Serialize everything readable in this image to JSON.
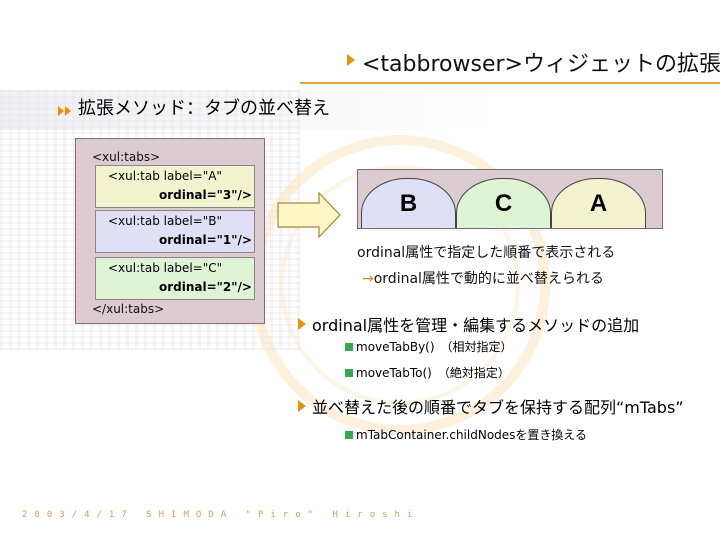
{
  "slide": {
    "title": "<tabbrowser>ウィジェットの拡張",
    "subtitle": "拡張メソッド：タブの並べ替え"
  },
  "code": {
    "open": "<xul:tabs>",
    "tabs": [
      {
        "line1": "<xul:tab label=\"A\"",
        "line2": "ordinal=\"3\"/>"
      },
      {
        "line1": "<xul:tab label=\"B\"",
        "line2": "ordinal=\"1\"/>"
      },
      {
        "line1": "<xul:tab label=\"C\"",
        "line2": "ordinal=\"2\"/>"
      }
    ],
    "close": "</xul:tabs>"
  },
  "result_tabs": [
    "B",
    "C",
    "A"
  ],
  "description": {
    "line1": "ordinal属性で指定した順番で表示される",
    "line2_arrow": "→",
    "line2": "ordinal属性で動的に並べ替えられる"
  },
  "points": [
    {
      "text": "ordinal属性を管理・編集するメソッドの追加",
      "items": [
        "moveTabBy()　（相対指定）",
        "moveTabTo()　（絶対指定）"
      ]
    },
    {
      "text": "並べ替えた後の順番でタブを保持する配列“mTabs”",
      "items": [
        "mTabContainer.childNodesを置き換える"
      ]
    }
  ],
  "footer": "2003/4/17 SHIMODA \"Piro\" Hiroshi",
  "colors": {
    "accent": "#e39313",
    "bullet_square": "#3aa651",
    "tab_a": "#f3f3cf",
    "tab_b": "#dfe0f6",
    "tab_c": "#dff3d5",
    "code_bg": "#dccbd0"
  }
}
